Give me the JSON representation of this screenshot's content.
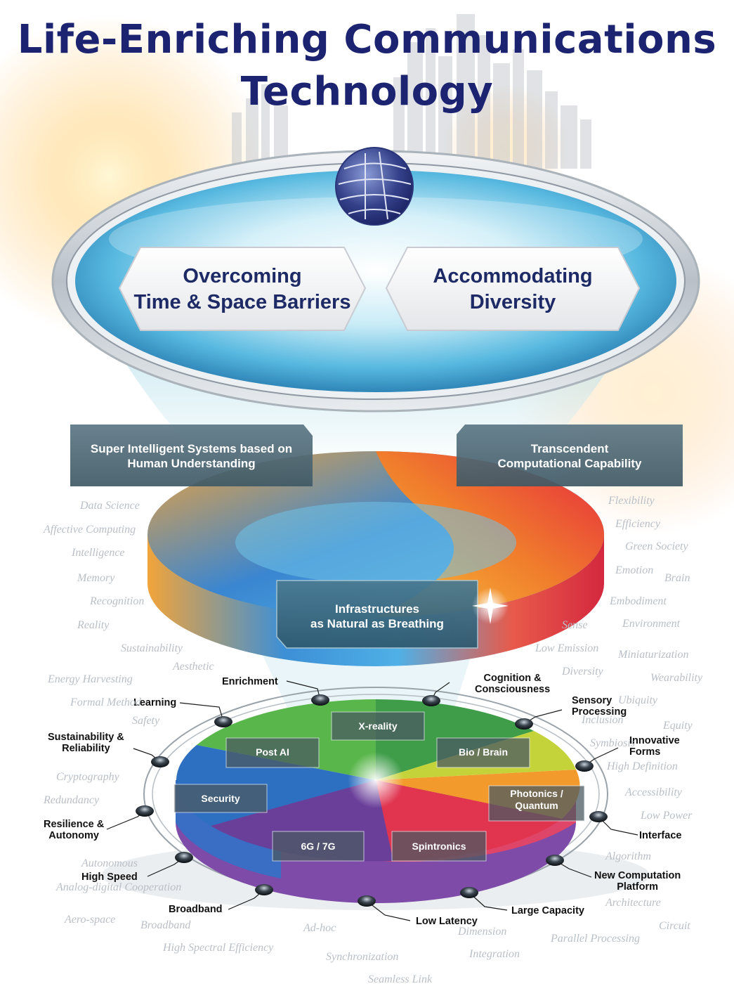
{
  "title": {
    "line1": "Life-Enriching Communications",
    "line2": "Technology"
  },
  "top_panels": {
    "left": [
      "Overcoming",
      "Time & Space Barriers"
    ],
    "right": [
      "Accommodating",
      "Diversity"
    ]
  },
  "mid_boxes": {
    "left": [
      "Super Intelligent Systems based on",
      "Human Understanding"
    ],
    "right": [
      "Transcendent",
      "Computational Capability"
    ],
    "center": [
      "Infrastructures",
      "as Natural as Breathing"
    ]
  },
  "sectors": {
    "xreality": "X-reality",
    "post_ai": "Post AI",
    "bio_brain": "Bio / Brain",
    "security": "Security",
    "photonics": [
      "Photonics /",
      "Quantum"
    ],
    "sixg": "6G / 7G",
    "spintronics": "Spintronics"
  },
  "nodes": {
    "enrichment": "Enrichment",
    "cognition": [
      "Cognition &",
      "Consciousness"
    ],
    "learning": "Learning",
    "sensory": [
      "Sensory",
      "Processing"
    ],
    "sustainability": [
      "Sustainability &",
      "Reliability"
    ],
    "innovative": [
      "Innovative",
      "Forms"
    ],
    "resilience": [
      "Resilience &",
      "Autonomy"
    ],
    "interface": "Interface",
    "high_speed": "High Speed",
    "new_computation": [
      "New Computation",
      "Platform"
    ],
    "broadband": "Broadband",
    "large_capacity": "Large Capacity",
    "low_latency": "Low Latency"
  },
  "background_words": {
    "left": [
      "Data Science",
      "Affective Computing",
      "Intelligence",
      "Memory",
      "Recognition",
      "Reality",
      "Sustainability",
      "Aesthetic",
      "Energy Harvesting",
      "Formal Method",
      "Safety",
      "Cryptography",
      "Redundancy",
      "Autonomous",
      "Analog-digital Cooperation",
      "Aero-space",
      "Broadband",
      "High Spectral Efficiency",
      "Ad-hoc",
      "Synchronization",
      "Seamless Link"
    ],
    "right": [
      "Flexibility",
      "Efficiency",
      "Green Society",
      "Emotion",
      "Brain",
      "Embodiment",
      "Sense",
      "Environment",
      "Low Emission",
      "Miniaturization",
      "Diversity",
      "Wearability",
      "Ubiquity",
      "Inclusion",
      "Equity",
      "Symbiosis",
      "High Definition",
      "Accessibility",
      "Low Power",
      "Algorithm",
      "Architecture",
      "Circuit",
      "Dimension",
      "Integration",
      "Parallel Processing"
    ]
  },
  "colors": {
    "title": "#1c2370",
    "panel_text": "#1d2a66",
    "box_fill": "#4d6a78",
    "ring_red": "#e0344f",
    "ring_orange": "#f39a2c",
    "ring_blue": "#2d9ad9",
    "ring_green": "#5bb84a",
    "ring_purple": "#6a3f9a",
    "background_word": "#b9bfc6"
  }
}
